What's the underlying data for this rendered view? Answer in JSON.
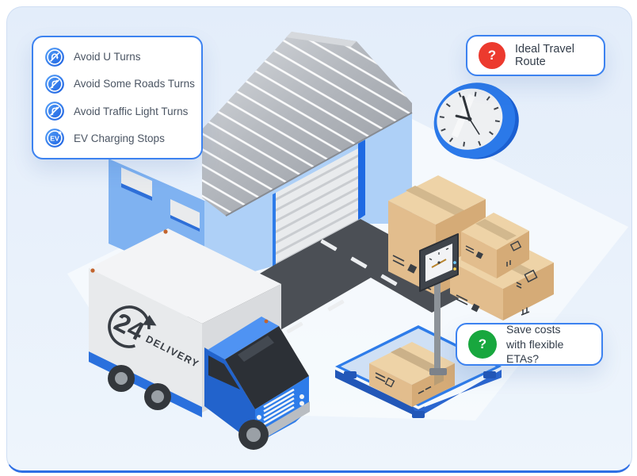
{
  "frame": {
    "outer_bg": "#ffffff",
    "panel_top": "#e3edfa",
    "panel_bottom": "#eef5fc",
    "panel_border_blue": "#2f6fe4"
  },
  "cards": {
    "route_options": {
      "items": [
        {
          "icon": "no-u-turn-icon",
          "label": "Avoid U Turns"
        },
        {
          "icon": "no-right-turn-icon",
          "label": "Avoid Some Roads Turns"
        },
        {
          "icon": "no-turn-traffic-light-icon",
          "label": "Avoid Traffic Light Turns"
        },
        {
          "icon": "ev-charging-icon",
          "label": "EV Charging Stops"
        }
      ],
      "icon_color_top": "#57a2f8",
      "icon_color_bottom": "#1a5ee0"
    },
    "ideal_route": {
      "badge": "?",
      "badge_color": "#ec3a2e",
      "label": "Ideal Travel Route"
    },
    "save_costs": {
      "badge": "?",
      "badge_color": "#18a73e",
      "line1": "Save costs",
      "line2": "with flexible ETAs?"
    }
  },
  "illustration": {
    "truck_logo_number": "24",
    "truck_logo_text": "DELIVERY",
    "colors": {
      "building_wall_left": "#7fb2f1",
      "building_wall_front": "#aed0f7",
      "roof_dark": "#94989f",
      "roof_light": "#d8dbdf",
      "garage_door": "#e9ebed",
      "door_frame_blue": "#1f6ae3",
      "road": "#4b4f55",
      "road_dash": "#eceef0",
      "box_top": "#eed3a7",
      "box_side": "#e2bd8d",
      "box_side_dark": "#d5ab77",
      "truck_blue": "#2e7ce9",
      "truck_box": "#e8eaec",
      "platform_blue": "#2e7ce9",
      "clock_rim": "#2b79e9"
    }
  }
}
